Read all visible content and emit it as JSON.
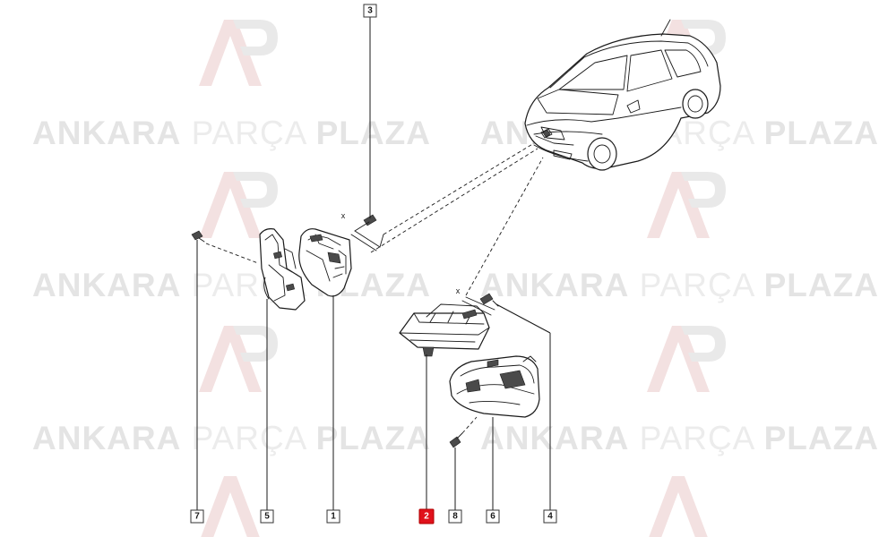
{
  "watermark": {
    "word_bold": "ANKARA",
    "word_light": "PARÇA",
    "word_bold_2": "PLAZA"
  },
  "callouts": {
    "c1": "1",
    "c2": "2",
    "c3": "3",
    "c4": "4",
    "c5": "5",
    "c6": "6",
    "c7": "7",
    "c8": "8"
  },
  "highlighted_callout": "2",
  "highlight_color": "#e0111b",
  "marks": {
    "x_symbol": "x"
  }
}
